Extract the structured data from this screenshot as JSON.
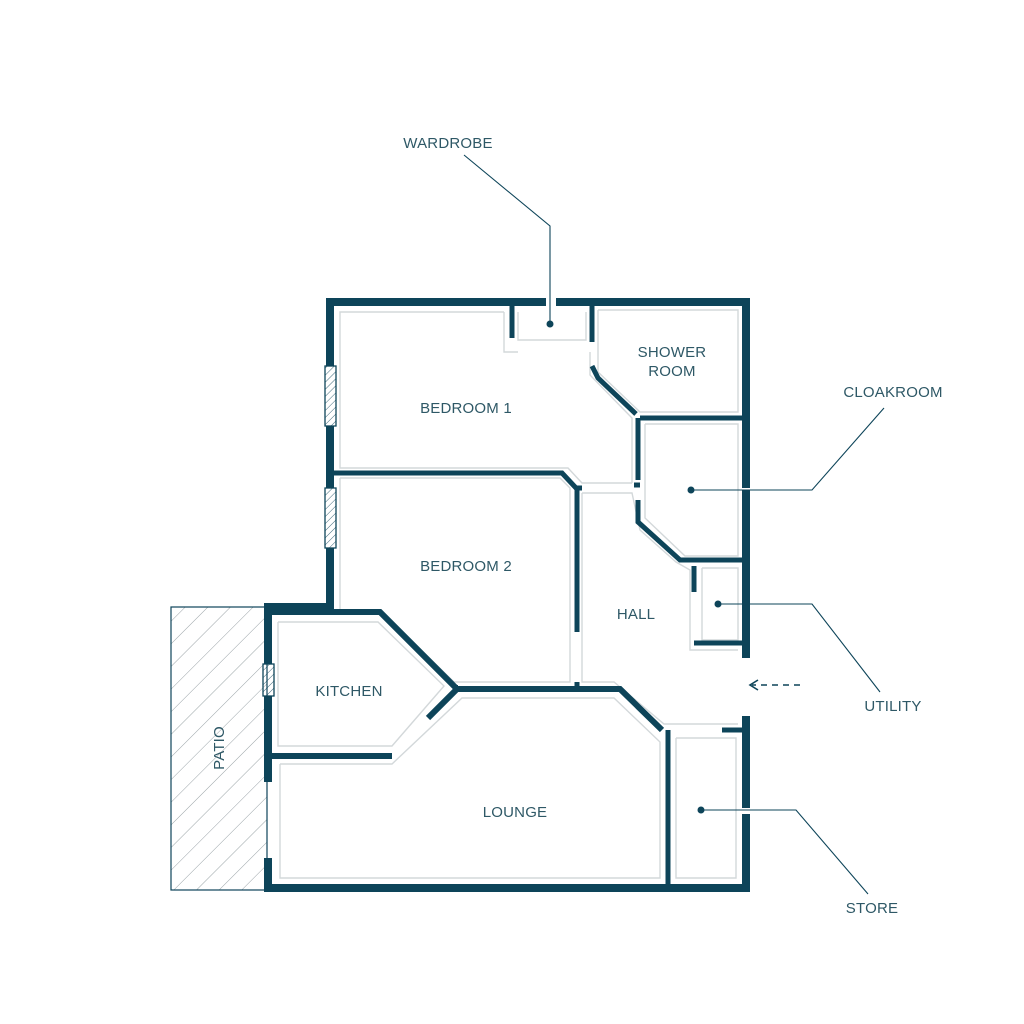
{
  "colors": {
    "wall": "#0d4459",
    "label": "#2e5866",
    "inner_line": "#d3d8da",
    "leader": "#0d4459",
    "patio_hatch": "#9aa3a7",
    "background": "#ffffff"
  },
  "rooms": {
    "bedroom_1": "BEDROOM 1",
    "bedroom_2": "BEDROOM 2",
    "shower_room_line1": "SHOWER",
    "shower_room_line2": "ROOM",
    "kitchen": "KITCHEN",
    "lounge": "LOUNGE",
    "hall": "HALL",
    "patio": "PATIO"
  },
  "callouts": {
    "wardrobe": "WARDROBE",
    "cloakroom": "CLOAKROOM",
    "utility": "UTILITY",
    "store": "STORE"
  },
  "icons": {
    "entrance": "dashed-arrow-left-icon"
  }
}
